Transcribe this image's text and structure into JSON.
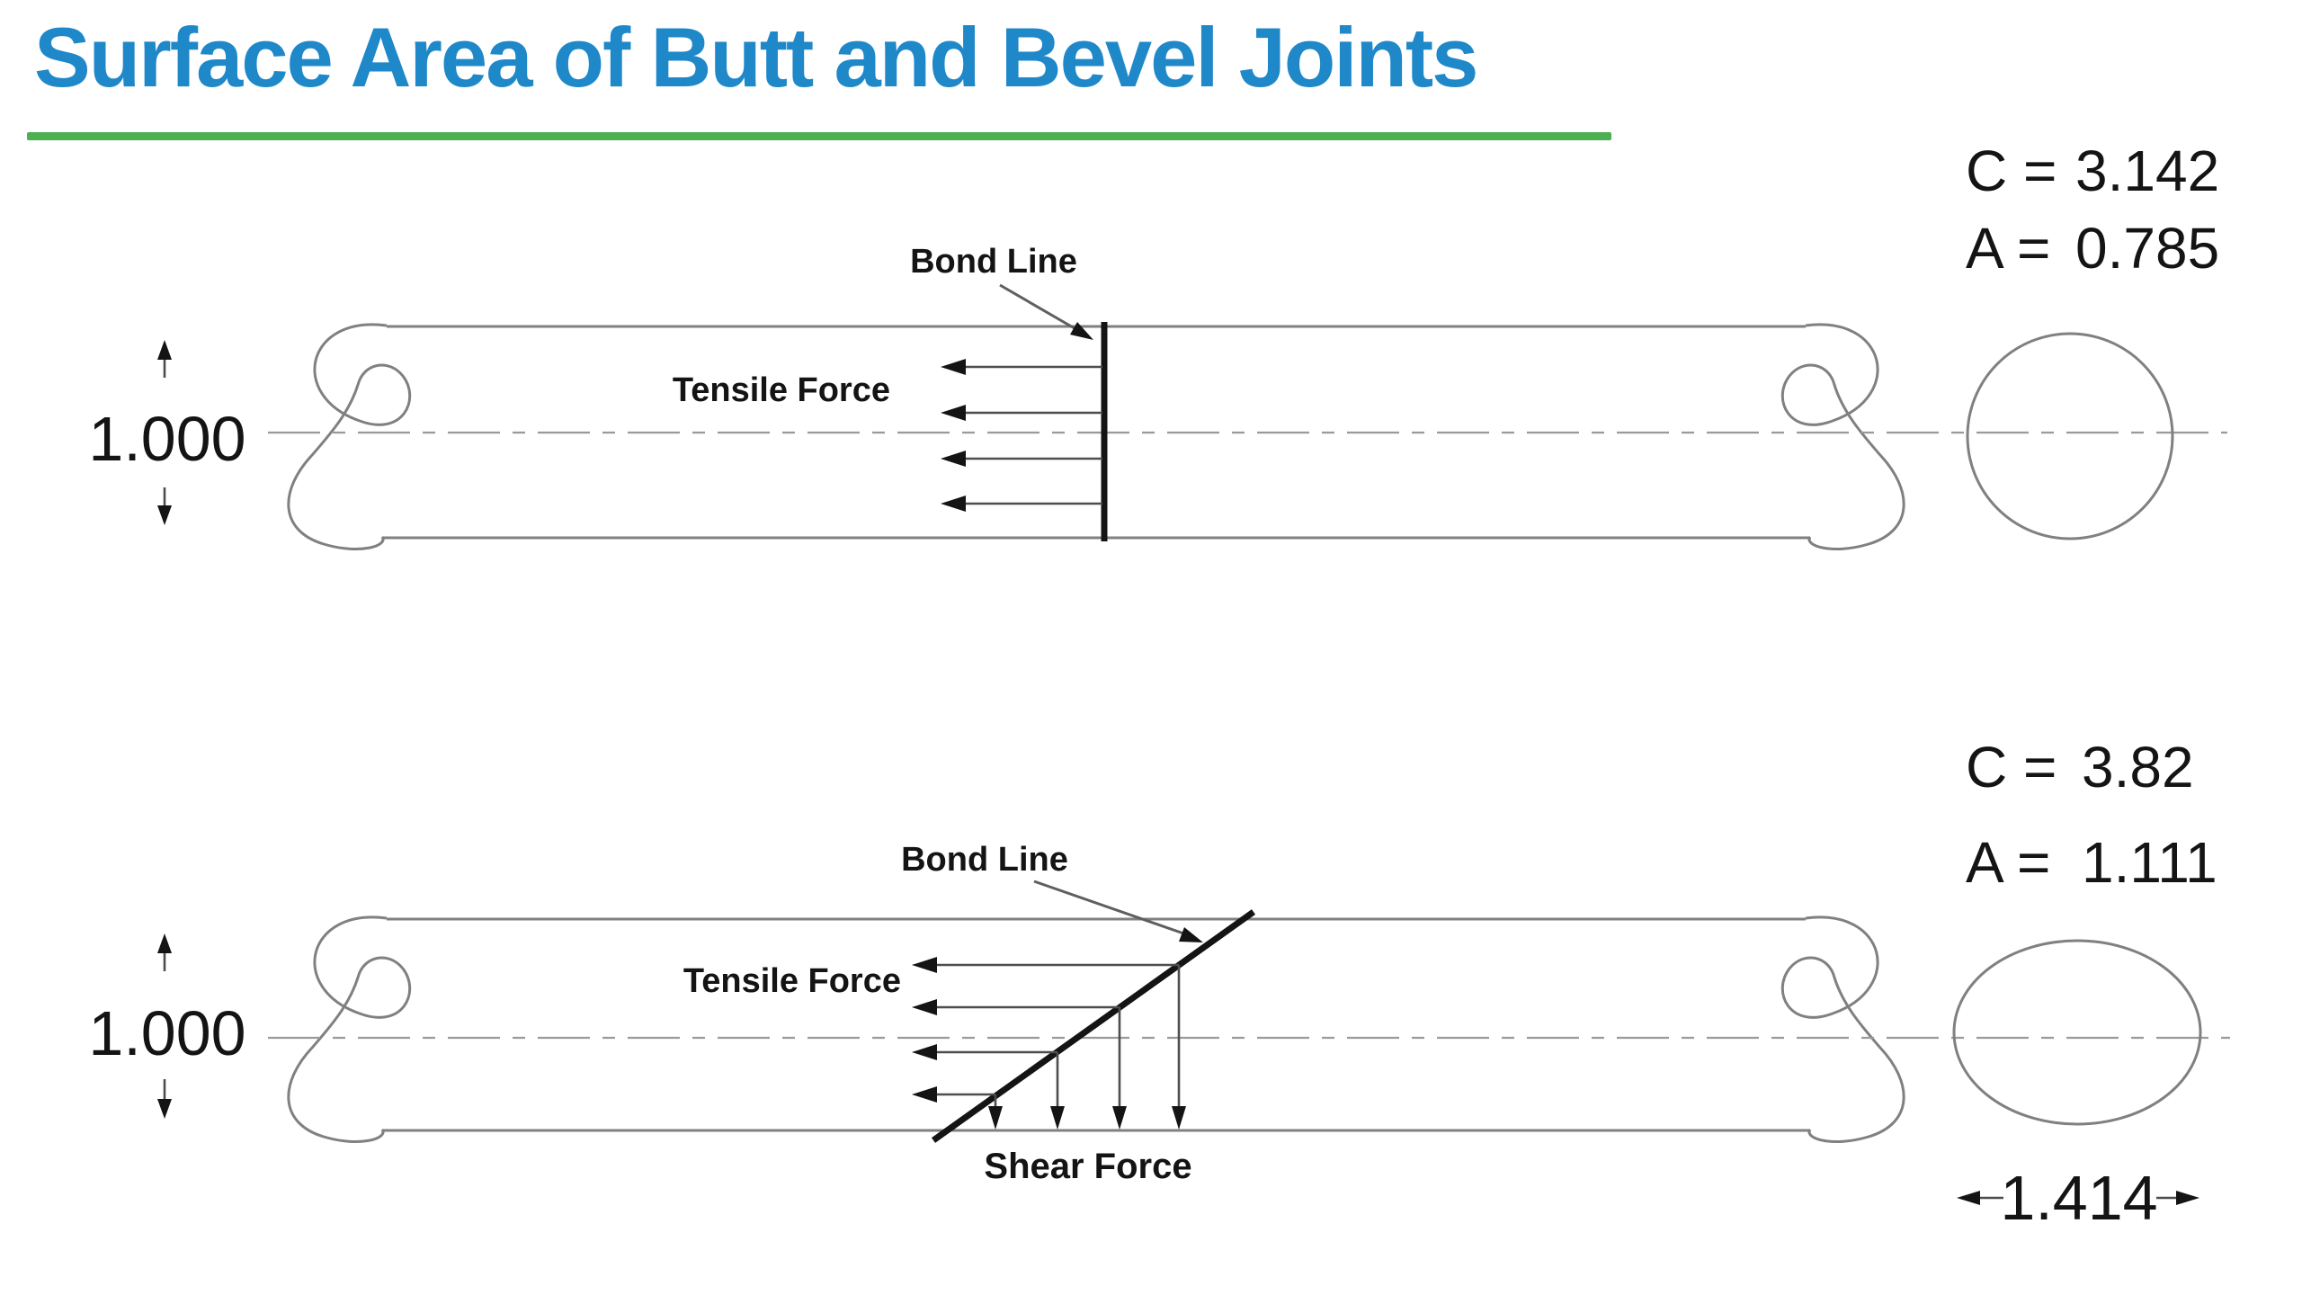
{
  "title": "Surface Area of Butt and Bevel Joints",
  "theme": {
    "title_color": "#1E88C9",
    "underline_color": "#4CAF50",
    "line_color": "#808080",
    "ink_color": "#141414"
  },
  "butt_joint": {
    "bond_line_label": "Bond Line",
    "tensile_force_label": "Tensile Force",
    "diameter_dim": "1.000",
    "circumference_label": "C =",
    "circumference_value": "3.142",
    "area_label": "A =",
    "area_value": "0.785"
  },
  "bevel_joint": {
    "bond_line_label": "Bond Line",
    "tensile_force_label": "Tensile Force",
    "shear_force_label": "Shear Force",
    "diameter_dim": "1.000",
    "ellipse_width_dim": "1.414",
    "circumference_label": "C =",
    "circumference_value": "3.82",
    "area_label": "A =",
    "area_value": "1.111"
  }
}
